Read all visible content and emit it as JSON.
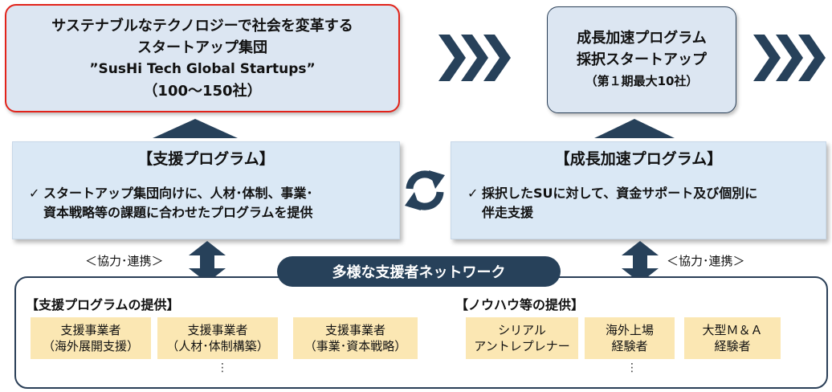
{
  "goal": {
    "line1": "サステナブルなテクノロジーで社会を変革する",
    "line2": "スタートアップ集団",
    "line3": "”SusHi Tech Global Startups”",
    "line4": "（100〜150社）"
  },
  "result": {
    "line1": "成長加速プログラム",
    "line2": "採択スタートアップ",
    "line3": "（第１期最大10社）"
  },
  "support_program": {
    "title": "【支援プログラム】",
    "check": "✓",
    "line1": "スタートアップ集団向けに、人材･体制、事業･",
    "line2": "資本戦略等の課題に合わせたプログラムを提供"
  },
  "growth_program": {
    "title": "【成長加速プログラム】",
    "check": "✓",
    "line1": "採択したSUに対して、資金サポート及び個別に",
    "line2": "伴走支援"
  },
  "cooperation_label_left": "＜協力･連携＞",
  "cooperation_label_right": "＜協力･連携＞",
  "network": {
    "title": "多様な支援者ネットワーク",
    "left_section": {
      "label": "【支援プログラムの提供】",
      "cards": [
        {
          "line1": "支援事業者",
          "line2": "（海外展開支援）"
        },
        {
          "line1": "支援事業者",
          "line2": "（人材･体制構築）"
        },
        {
          "line1": "支援事業者",
          "line2": "（事業･資本戦略）"
        }
      ],
      "more": "⋮"
    },
    "right_section": {
      "label": "【ノウハウ等の提供】",
      "cards": [
        {
          "line1": "シリアル",
          "line2": "アントレプレナー"
        },
        {
          "line1": "海外上場",
          "line2": "経験者"
        },
        {
          "line1": "大型Ｍ＆Ａ",
          "line2": "経験者"
        }
      ],
      "more": "⋮"
    }
  },
  "colors": {
    "navy": "#27415a",
    "red_border": "#e2231a",
    "box_fill": "#dce6f2",
    "card_fill": "#fbe7b3"
  },
  "icons": [
    "chevron-arrows-icon",
    "cycle-arrows-icon",
    "up-triangle-icon",
    "double-arrow-icon"
  ]
}
